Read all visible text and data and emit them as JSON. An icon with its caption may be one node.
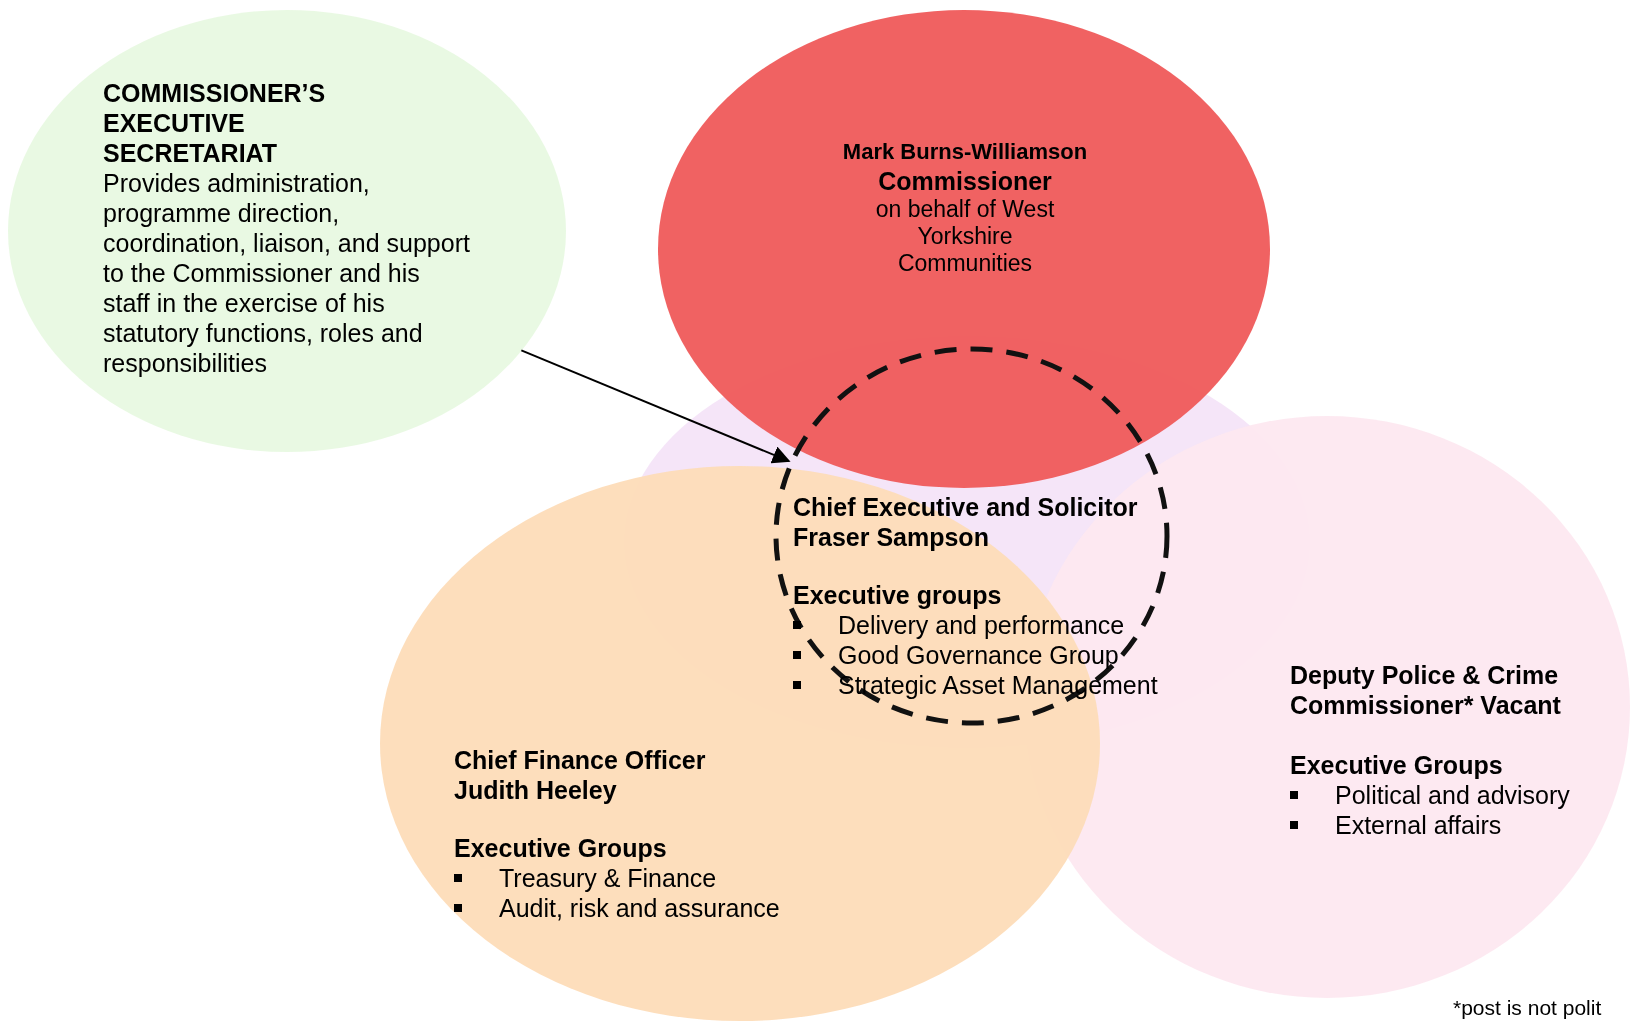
{
  "diagram": {
    "nodes": [
      {
        "text": [
          "COMMISSIONER’S EXECUTIVE SECRETARIAT",
          "Provides administration, programme direction, coordination, liaison, and support to the Commissioner and his staff in the exercise of his statutory functions, roles and responsibilities"
        ]
      },
      {
        "text": [
          "Mark Burns-Williamson",
          "Commissioner",
          "on behalf of West Yorkshire Communities"
        ]
      },
      {
        "text": [],
        "shape": "ellipse"
      },
      {
        "text": [
          "Chief Executive and Solicitor Fraser Sampson",
          "Executive groups",
          "Delivery and performance",
          "Good Governance Group",
          "Strategic Asset Management"
        ],
        "in": 2
      },
      {
        "text": [
          "Chief Finance Officer Judith Heeley",
          "Executive Groups",
          "Treasury & Finance",
          "Audit, risk and assurance"
        ]
      },
      {
        "text": [
          "Deputy Police & Crime Commissioner* Vacant",
          "Executive Groups",
          "Political and advisory",
          "External affairs"
        ]
      }
    ],
    "edges": [
      {
        "from": 0,
        "to": 3,
        "arrow": "to"
      }
    ],
    "labels": [
      "*post is not polit"
    ]
  }
}
